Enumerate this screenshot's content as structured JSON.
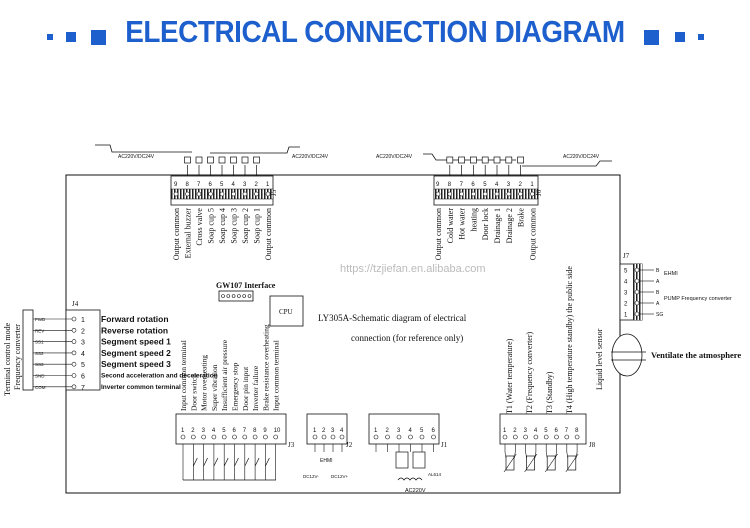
{
  "title": "ELECTRICAL CONNECTION DIAGRAM",
  "watermark": "https://tzjiefan.en.alibaba.com",
  "colors": {
    "accent": "#1d5fcc",
    "line": "#111111"
  },
  "center": {
    "gw107": "GW107 Interface",
    "cpu": "CPU",
    "schematic_line1": "LY305A-Schematic diagram of electrical",
    "schematic_line2": "connection (for reference only)"
  },
  "j5": {
    "label": "J5",
    "voltage_left": "AC220V/DC24V",
    "voltage_right": "AC220V/DC24V",
    "pins": [
      "9",
      "8",
      "7",
      "6",
      "5",
      "4",
      "3",
      "2",
      "1"
    ],
    "signals": [
      "Output common",
      "External buzzer",
      "Cross valve",
      "Soap cup 5",
      "Soap cup 4",
      "Soap cup 3",
      "Soap cup 2",
      "Soap cup 1",
      "Output common"
    ]
  },
  "j6": {
    "label": "J6",
    "voltage_left": "AC220V/DC24V",
    "voltage_right": "AC220V/DC24V",
    "pins": [
      "9",
      "8",
      "7",
      "6",
      "5",
      "4",
      "3",
      "2",
      "1"
    ],
    "signals": [
      "Output common",
      "Cold water",
      "Hot water",
      "heating",
      "Door lock",
      "Drainage 1",
      "Drainage 2",
      "Brake",
      "Output common"
    ]
  },
  "j4": {
    "label": "J4",
    "side_title": "Terminal control mode",
    "side_subtitle": "Frequency converter",
    "tags": [
      "FWD",
      "REV",
      "SS1",
      "SS2",
      "SS3",
      "SND",
      "COM"
    ],
    "pins": [
      "1",
      "2",
      "3",
      "4",
      "5",
      "6",
      "7"
    ],
    "signals": [
      "Forward rotation",
      "Reverse rotation",
      "Segment speed 1",
      "Segment speed 2",
      "Segment speed 3",
      "Second acceleration and deceleration",
      "Inverter common terminal"
    ]
  },
  "j7": {
    "label": "J7",
    "pins": [
      "5",
      "4",
      "3",
      "2",
      "1"
    ],
    "tags": [
      "B",
      "A",
      "B",
      "A",
      "SG"
    ],
    "group1": "EHMI",
    "group2": "PUMP Frequency converter"
  },
  "j3": {
    "label": "J3",
    "pins": [
      "1",
      "2",
      "3",
      "4",
      "5",
      "6",
      "7",
      "8",
      "9",
      "10"
    ],
    "signals": [
      "Input common terminal",
      "Door switch",
      "Motor overheating",
      "Super vibration",
      "Insufficient air pressure",
      "Emergency stop",
      "Door pin input",
      "Inverter failure",
      "Brake resistance overheating",
      "Input common terminal"
    ]
  },
  "j2": {
    "label": "J2",
    "pins": [
      "1",
      "2",
      "3",
      "4"
    ],
    "device": "EHMI",
    "supply_left": "DC12V-",
    "supply_right": "DC12V+"
  },
  "j1": {
    "label": "J1",
    "pins": [
      "1",
      "2",
      "3",
      "4",
      "5",
      "6"
    ],
    "device": "AL614",
    "supply": "AC220V"
  },
  "j8": {
    "label": "J8",
    "pins": [
      "1",
      "2",
      "3",
      "4",
      "5",
      "6",
      "7",
      "8"
    ],
    "signals": [
      "T1 (Water temperature)",
      "T2 (Frequency converter)",
      "T3 (Standby)",
      "T4 (High temperature standby) the public side"
    ]
  },
  "sensor": {
    "label": "Liquid level sensor",
    "vent": "Ventilate the atmosphere"
  }
}
